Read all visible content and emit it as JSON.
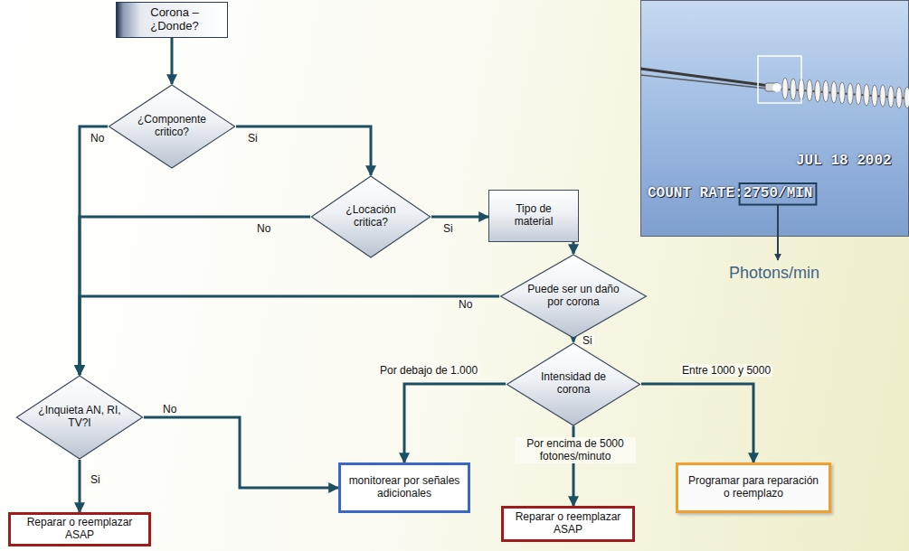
{
  "diagram": {
    "nodes": [
      {
        "text": [
          "Corona – ¿Donde?"
        ]
      },
      {
        "text": [
          "¿Componente critico?"
        ]
      },
      {
        "text": [
          "¿Locación critica?"
        ]
      },
      {
        "text": [
          "Tipo de material"
        ]
      },
      {
        "text": [
          "Puede ser un daño por corona"
        ]
      },
      {
        "text": [
          "Intensidad de corona"
        ]
      },
      {
        "text": [
          "¿Inquieta AN, RI, TV?I"
        ]
      },
      {
        "text": [
          "monitorear por señales adicionales"
        ]
      },
      {
        "text": [
          "Programar para reparación o reemplazo"
        ]
      },
      {
        "text": [
          "Reparar o reemplazar ASAP"
        ]
      },
      {
        "text": [
          "Reparar o reemplazar ASAP"
        ]
      }
    ],
    "edges": [
      {
        "from": 0,
        "to": 1,
        "arrow": "to"
      },
      {
        "from": 1,
        "to": 2,
        "label": "Si",
        "arrow": "to"
      },
      {
        "from": 1,
        "to": 6,
        "label": "No",
        "arrow": "to"
      },
      {
        "from": 2,
        "to": 3,
        "label": "Si",
        "arrow": "to"
      },
      {
        "from": 2,
        "to": 6,
        "label": "No",
        "arrow": "to"
      },
      {
        "from": 3,
        "to": 4,
        "arrow": "to"
      },
      {
        "from": 4,
        "to": 6,
        "label": "No",
        "arrow": "to"
      },
      {
        "from": 4,
        "to": 5,
        "label": "Si",
        "arrow": "to"
      },
      {
        "from": 5,
        "to": 7,
        "label": "Por debajo de 1.000",
        "arrow": "to"
      },
      {
        "from": 5,
        "to": 10,
        "label": "Por encima de 5000 fotones/minuto",
        "arrow": "to"
      },
      {
        "from": 5,
        "to": 8,
        "label": "Entre 1000 y 5000",
        "arrow": "to"
      },
      {
        "from": 6,
        "to": 9,
        "label": "Si",
        "arrow": "to"
      },
      {
        "from": 6,
        "to": 7,
        "label": "No",
        "arrow": "to"
      }
    ],
    "labels": [
      "JUL 18 2002",
      "COUNT RATE:2750/MIN",
      "Photons/min"
    ]
  }
}
